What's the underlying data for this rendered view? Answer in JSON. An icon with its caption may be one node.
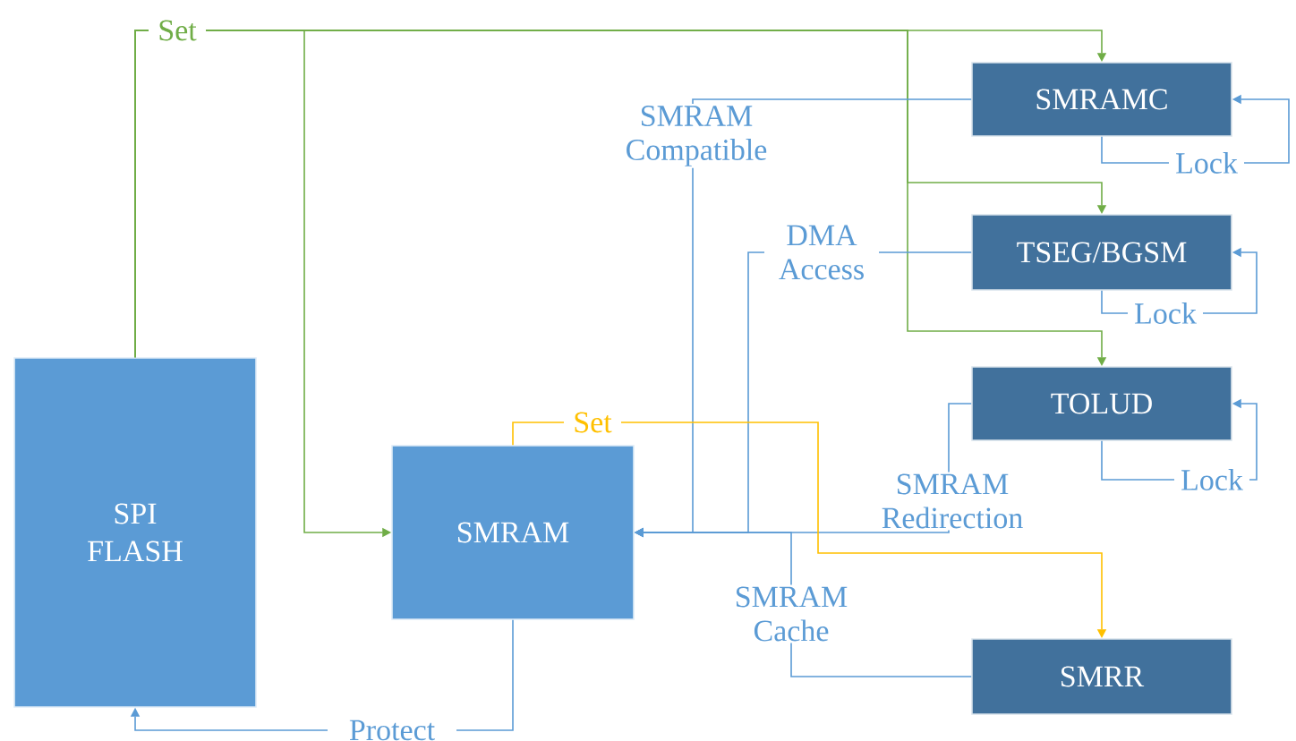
{
  "diagram": {
    "nodes": [
      {
        "text": [
          "SPI FLASH"
        ]
      },
      {
        "text": [
          "SMRAM"
        ]
      },
      {
        "text": [
          "SMRAMC"
        ]
      },
      {
        "text": [
          "TSEG/BGSM"
        ]
      },
      {
        "text": [
          "TOLUD"
        ]
      },
      {
        "text": [
          "SMRR"
        ]
      }
    ],
    "edges": [
      {
        "from": 0,
        "to": 2,
        "arrow": "to",
        "label": "Set",
        "color": "#70ad47"
      },
      {
        "from": 0,
        "to": 3,
        "arrow": "to",
        "color": "#70ad47"
      },
      {
        "from": 0,
        "to": 4,
        "arrow": "to",
        "color": "#70ad47"
      },
      {
        "from": 0,
        "to": 1,
        "arrow": "to",
        "color": "#70ad47"
      },
      {
        "from": 2,
        "to": 1,
        "arrow": "to",
        "label": "SMRAM Compatible"
      },
      {
        "from": 3,
        "to": 1,
        "arrow": "to",
        "label": "DMA Access"
      },
      {
        "from": 4,
        "to": 1,
        "arrow": "to",
        "label": "SMRAM Redirection"
      },
      {
        "from": 5,
        "to": 1,
        "arrow": "to",
        "label": "SMRAM Cache"
      },
      {
        "from": 2,
        "to": 2,
        "arrow": "to",
        "label": "Lock"
      },
      {
        "from": 3,
        "to": 3,
        "arrow": "to",
        "label": "Lock"
      },
      {
        "from": 4,
        "to": 4,
        "arrow": "to",
        "label": "Lock"
      },
      {
        "from": 1,
        "to": 5,
        "arrow": "to",
        "label": "Set",
        "color": "#ffc000"
      },
      {
        "from": 1,
        "to": 0,
        "arrow": "to",
        "label": "Protect"
      }
    ]
  }
}
